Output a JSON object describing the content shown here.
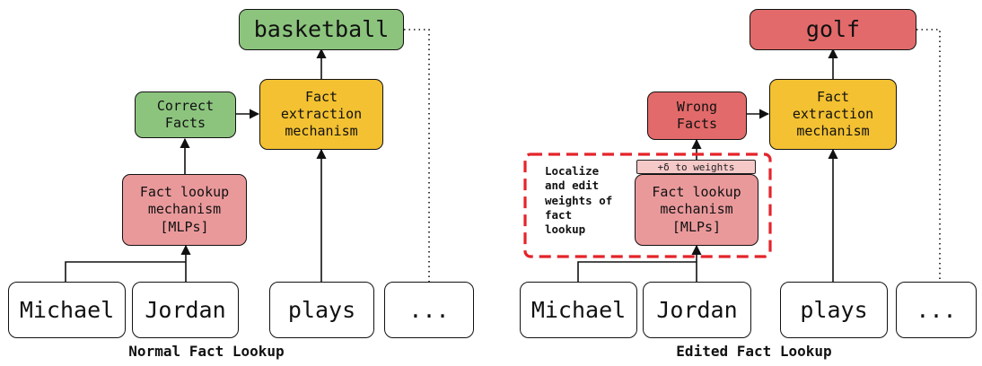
{
  "colors": {
    "output_normal": "#8cc47e",
    "output_edited": "#e36a6a",
    "correct_facts": "#8cc47e",
    "wrong_facts": "#e36a6a",
    "extraction": "#f3c131",
    "lookup": "#ea999b",
    "edit_region": "#e4242a"
  },
  "left": {
    "tokens": [
      "Michael",
      "Jordan",
      "plays",
      "..."
    ],
    "facts": "Correct\nFacts",
    "extraction": "Fact\nextraction\nmechanism",
    "lookup": "Fact lookup\nmechanism\n[MLPs]",
    "output": "basketball",
    "caption": "Normal Fact Lookup"
  },
  "right": {
    "tokens": [
      "Michael",
      "Jordan",
      "plays",
      "..."
    ],
    "facts": "Wrong\nFacts",
    "extraction": "Fact\nextraction\nmechanism",
    "lookup": "Fact lookup\nmechanism\n[MLPs]",
    "output": "golf",
    "delta": "+δ to weights",
    "note": "Localize\nand edit\nweights of\nfact\nlookup",
    "caption": "Edited Fact Lookup"
  }
}
